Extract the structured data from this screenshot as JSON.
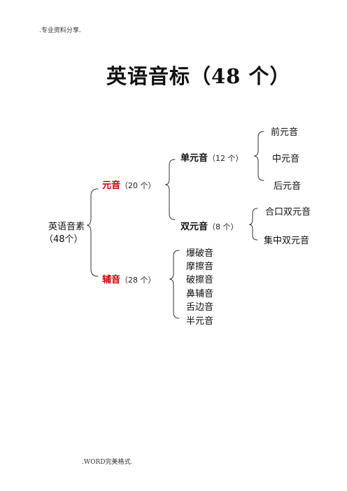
{
  "header_note": ".专业资料分享.",
  "footer_note": ".WORD完美格式.",
  "title": "英语音标（48 个）",
  "root": {
    "label_line1": "英语音素",
    "label_line2": "（48个）"
  },
  "vowels": {
    "label": "元音",
    "count": "（20 个）",
    "monophthongs": {
      "label": "单元音",
      "count": "（12 个）",
      "items": [
        "前元音",
        "中元音",
        "后元音"
      ]
    },
    "diphthongs": {
      "label": "双元音",
      "count": "（8 个）",
      "items": [
        "合口双元音",
        "集中双元音"
      ]
    }
  },
  "consonants": {
    "label": "辅音",
    "count": "（28 个）",
    "items": [
      "爆破音",
      "摩擦音",
      "破擦音",
      "鼻辅音",
      "舌边音",
      "半元音"
    ]
  }
}
